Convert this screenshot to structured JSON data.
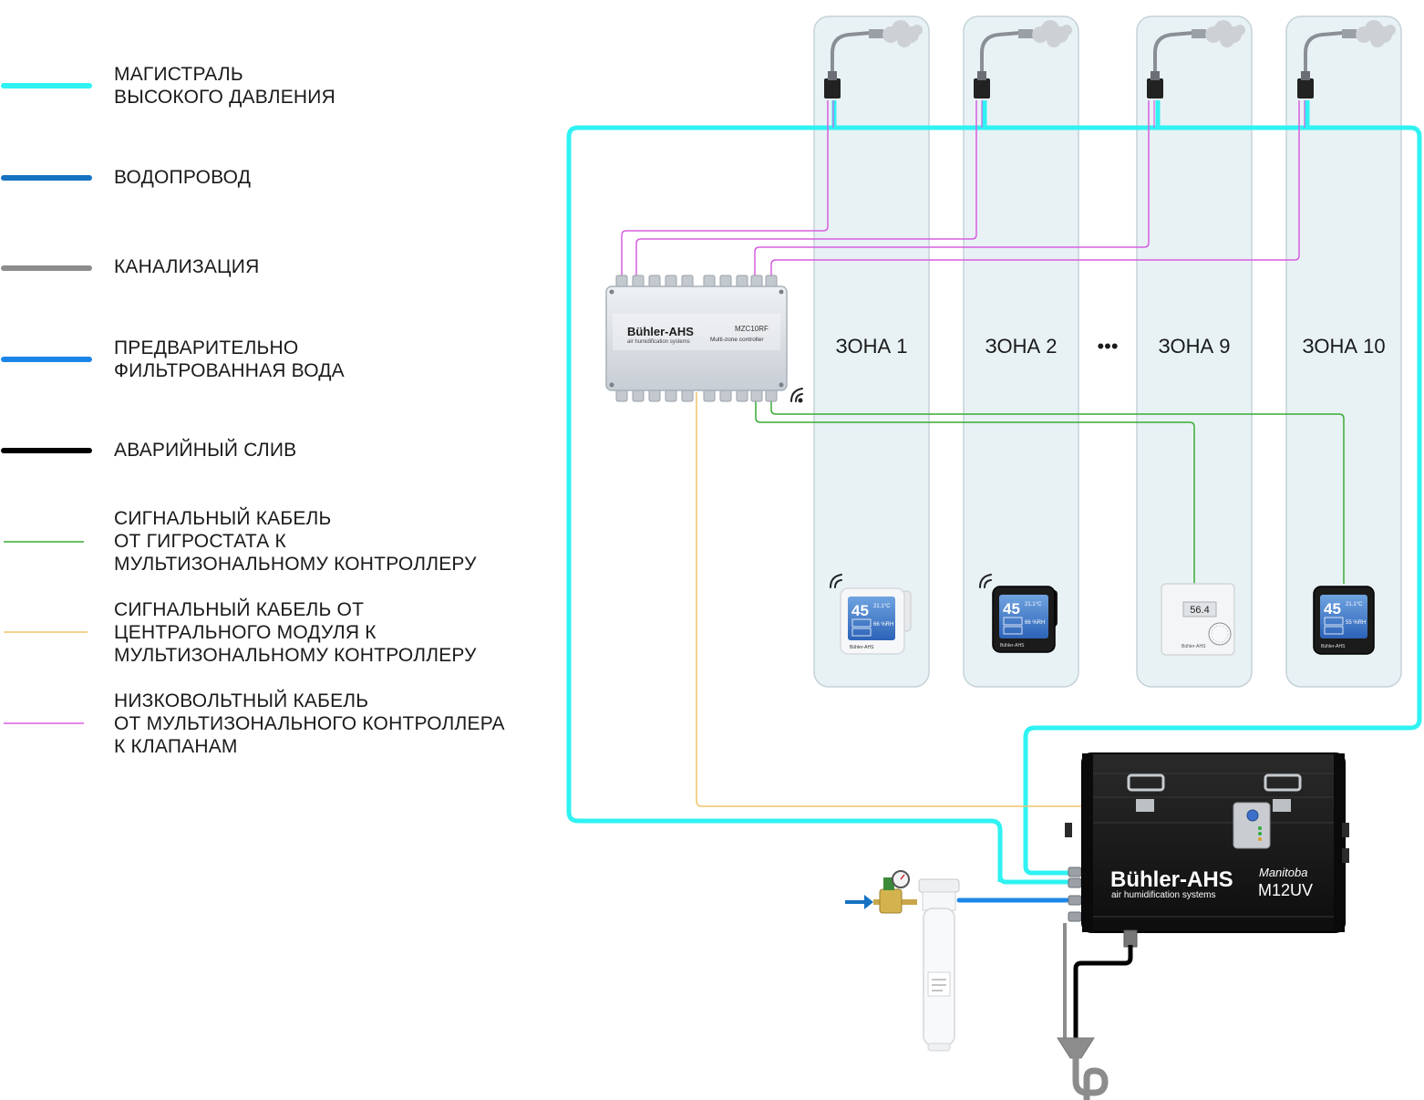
{
  "legend": [
    {
      "lines": [
        "МАГИСТРАЛЬ",
        "ВЫСОКОГО ДАВЛЕНИЯ"
      ],
      "color": "#2ff2f2",
      "stroke": "thick"
    },
    {
      "lines": [
        "ВОДОПРОВОД"
      ],
      "color": "#1673c2",
      "stroke": "thick"
    },
    {
      "lines": [
        "КАНАЛИЗАЦИЯ"
      ],
      "color": "#8c8c8c",
      "stroke": "thick"
    },
    {
      "lines": [
        "ПРЕДВАРИТЕЛЬНО",
        "ФИЛЬТРОВАННАЯ ВОДА"
      ],
      "color": "#1c86e8",
      "stroke": "thick"
    },
    {
      "lines": [
        "АВАРИЙНЫЙ СЛИВ"
      ],
      "color": "#000000",
      "stroke": "thick"
    },
    {
      "lines": [
        "СИГНАЛЬНЫЙ КАБЕЛЬ",
        "ОТ ГИГРОСТАТА К",
        "МУЛЬТИЗОНАЛЬНОМУ КОНТРОЛЛЕРУ"
      ],
      "color": "#3aaa35",
      "stroke": "thin"
    },
    {
      "lines": [
        "СИГНАЛЬНЫЙ КАБЕЛЬ ОТ",
        "ЦЕНТРАЛЬНОГО МОДУЛЯ К",
        "МУЛЬТИЗОНАЛЬНОМУ КОНТРОЛЛЕРУ"
      ],
      "color": "#f2c46b",
      "stroke": "thin"
    },
    {
      "lines": [
        "НИЗКОВОЛЬТНЫЙ КАБЕЛЬ",
        "ОТ МУЛЬТИЗОНАЛЬНОГО КОНТРОЛЛЕРА",
        "К КЛАПАНАМ"
      ],
      "color": "#d85ee0",
      "stroke": "thin"
    }
  ],
  "zones": [
    {
      "label": "ЗОНА 1",
      "device": "hygrostat-white",
      "wireless": true,
      "display": "45",
      "temp": "21.1°C",
      "rh": "66 %RH"
    },
    {
      "label": "ЗОНА 2",
      "device": "hygrostat-black",
      "wireless": true,
      "display": "45",
      "temp": "21.1°C",
      "rh": "66 %RH"
    },
    {
      "label": "ЗОНА 9",
      "device": "hygrostat-wall",
      "wireless": false,
      "display": "56.4",
      "temp": "",
      "rh": ""
    },
    {
      "label": "ЗОНА 10",
      "device": "hygrostat-black-wired",
      "wireless": false,
      "display": "45",
      "temp": "21.1°C",
      "rh": "55 %RH"
    }
  ],
  "ellipsis": "•••",
  "controller": {
    "brand": "Bühler-AHS",
    "sub": "air humidification systems",
    "model": "MZC10RF",
    "name": "Multi-zone controller"
  },
  "unit": {
    "brand": "Bühler-AHS",
    "sub": "air humidification systems",
    "series": "Manitoba",
    "model": "M12UV"
  },
  "device_brand": "Bühler-AHS",
  "colors": {
    "high_pressure": "#2ff2f2",
    "water_supply": "#1673c2",
    "sewage": "#8c8c8c",
    "prefiltered": "#1c86e8",
    "emergency_drain": "#000000",
    "signal_hygrostat": "#3aaa35",
    "signal_central": "#f2c46b",
    "low_voltage": "#d85ee0",
    "zone_fill": "#e8f2f5"
  }
}
